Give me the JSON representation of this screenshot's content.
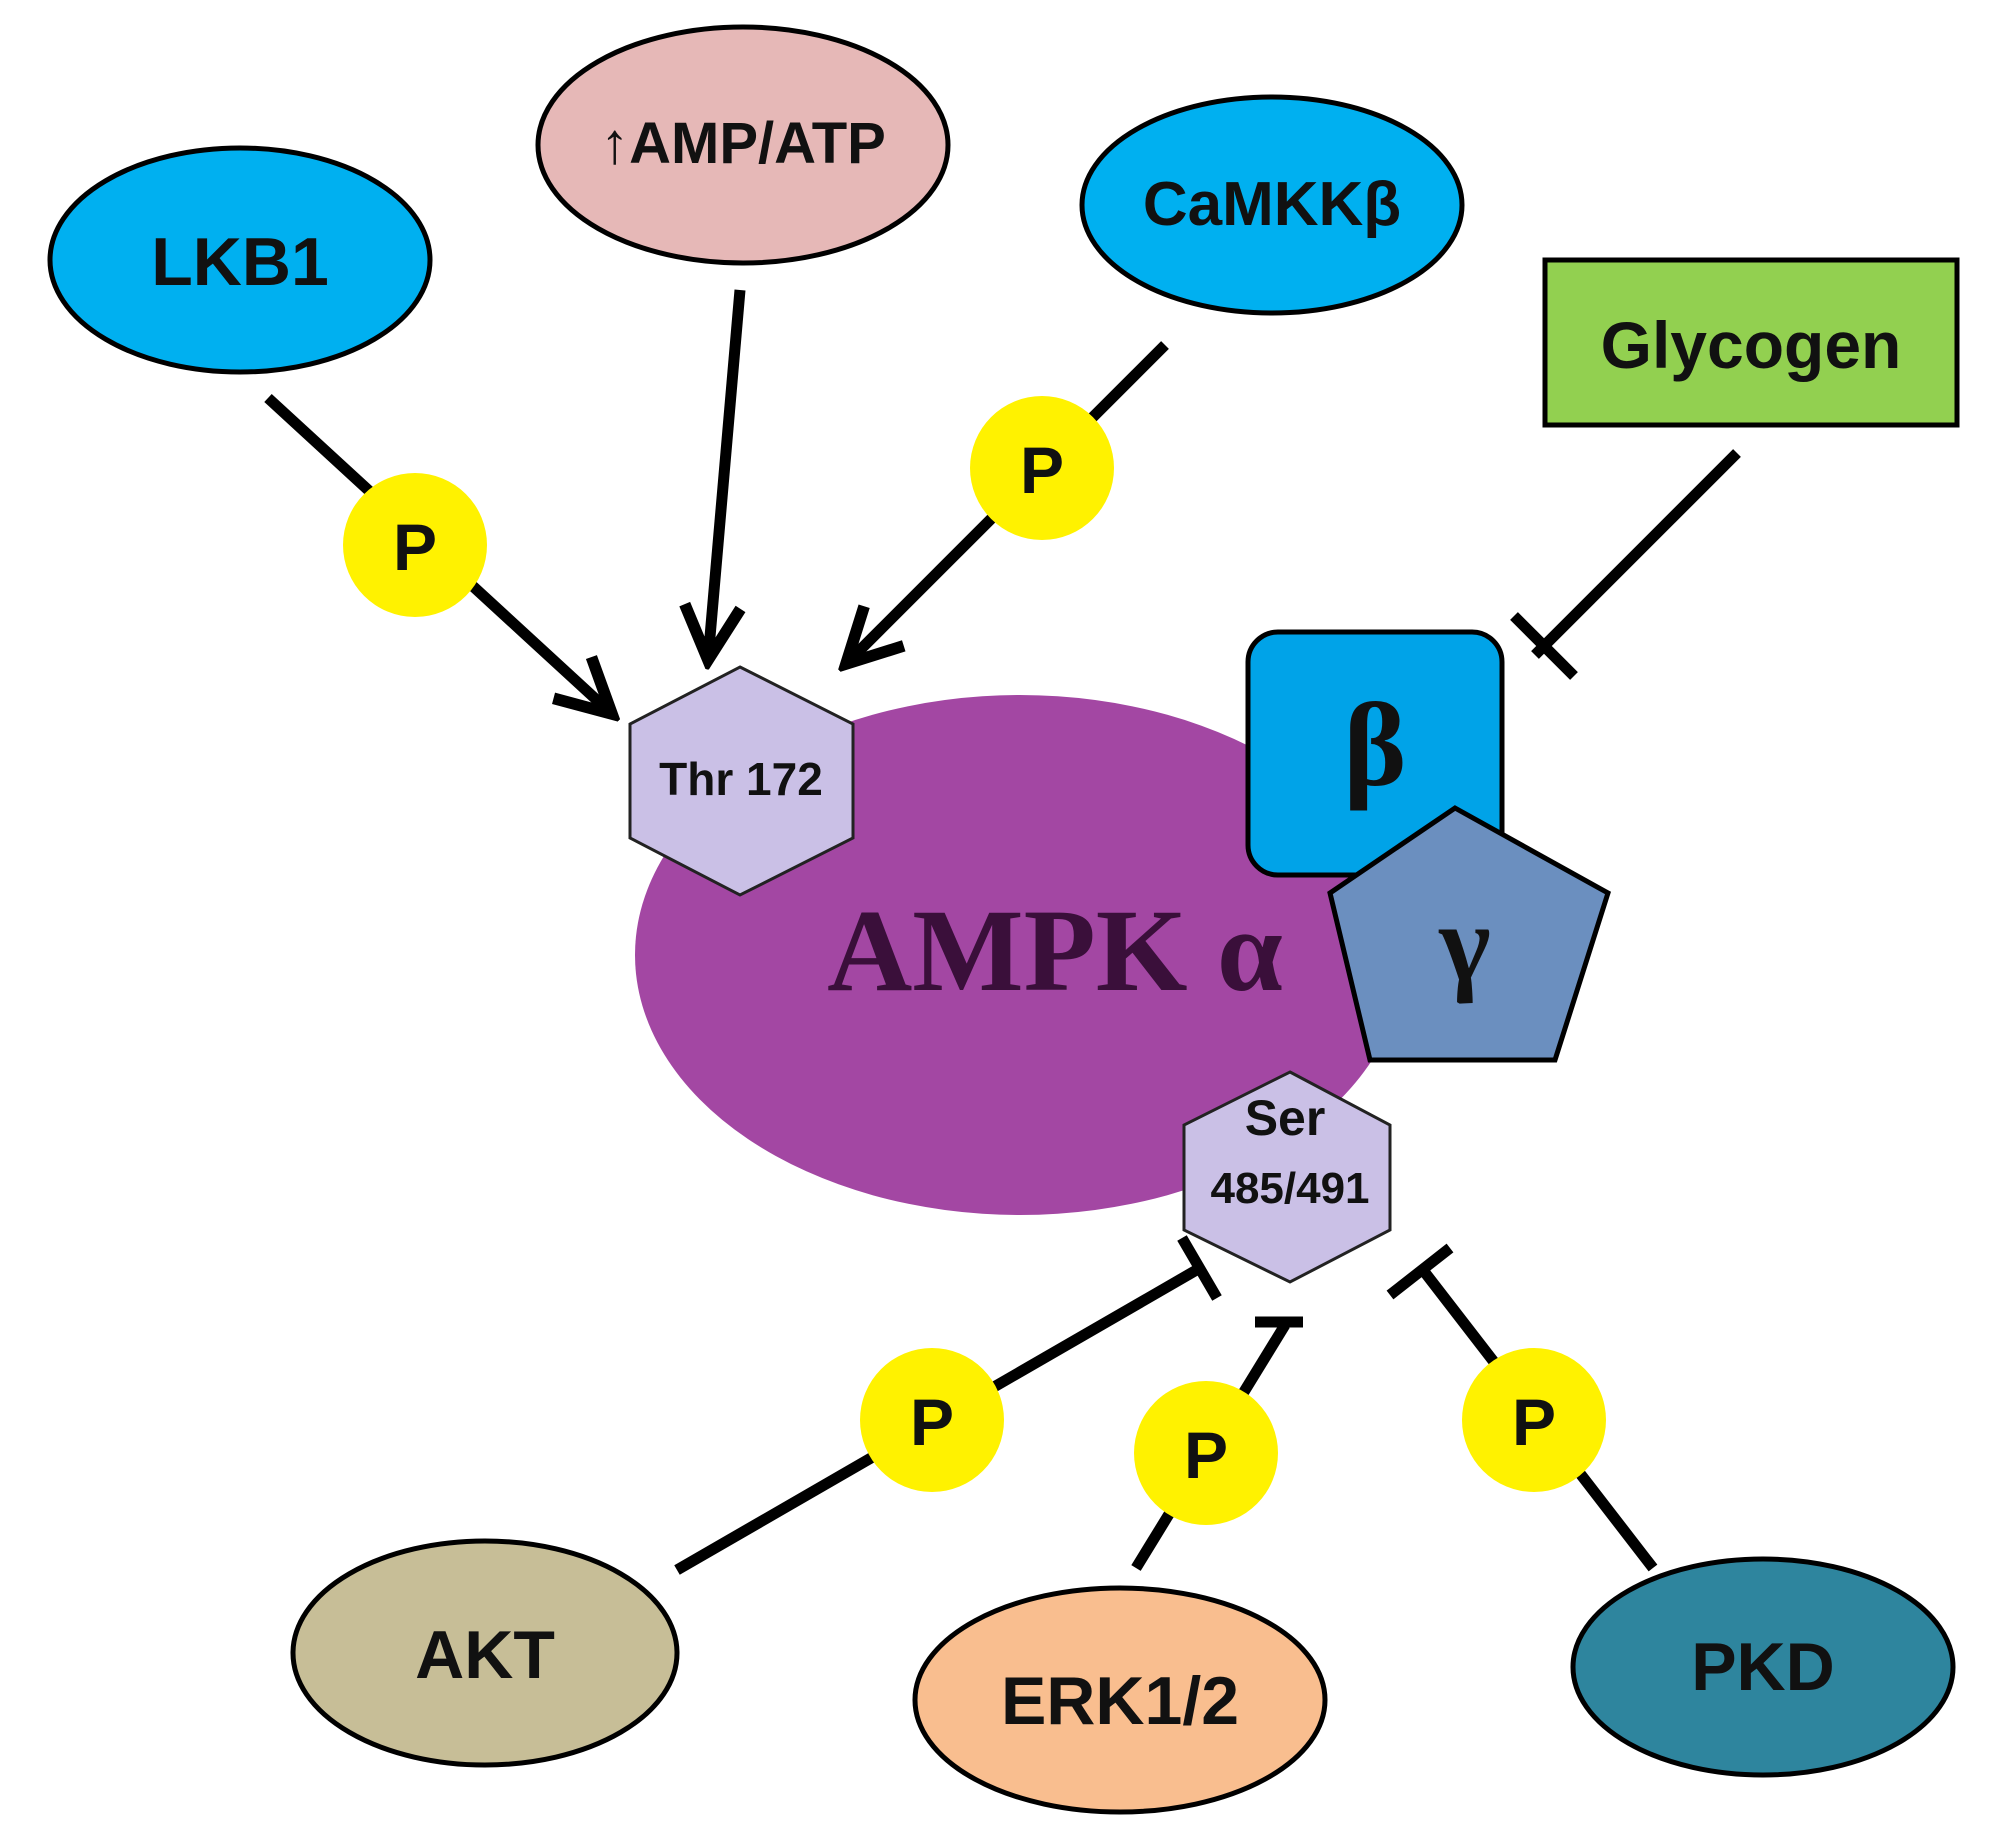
{
  "nodes": {
    "lkb1": {
      "label": "LKB1",
      "color": "#00B0F0"
    },
    "amp_atp": {
      "arrow": "↑",
      "label": "AMP/ATP",
      "color": "#E6B8B7"
    },
    "camkkb": {
      "label": "CaMKKβ",
      "color": "#00B0F0"
    },
    "glycogen": {
      "label": "Glycogen",
      "color": "#92D050"
    },
    "ampk_alpha": {
      "label": "AMPK α",
      "color": "#A347A3"
    },
    "beta": {
      "label": "β",
      "color": "#00A3E8"
    },
    "gamma": {
      "label": "γ",
      "color": "#6B8FBF"
    },
    "thr172": {
      "label": "Thr 172",
      "color": "#CAC0E6"
    },
    "ser485": {
      "label_line1": "Ser",
      "label_line2": "485/491",
      "color": "#CAC0E6"
    },
    "akt": {
      "label": "AKT",
      "color": "#C7BE97"
    },
    "erk": {
      "label": "ERK1/2",
      "color": "#F9BE8F"
    },
    "pkd": {
      "label": "PKD",
      "color": "#2E859E"
    }
  },
  "phospho": {
    "label": "P",
    "color": "#FFF200"
  },
  "edges": [
    {
      "from": "LKB1",
      "to": "Thr 172",
      "type": "activation",
      "phosphorylation": true
    },
    {
      "from": "AMP/ATP",
      "to": "Thr 172",
      "type": "activation",
      "phosphorylation": false
    },
    {
      "from": "CaMKKβ",
      "to": "Thr 172",
      "type": "activation",
      "phosphorylation": true
    },
    {
      "from": "Glycogen",
      "to": "β",
      "type": "inhibition",
      "phosphorylation": false
    },
    {
      "from": "AKT",
      "to": "Ser 485/491",
      "type": "inhibition",
      "phosphorylation": true
    },
    {
      "from": "ERK1/2",
      "to": "Ser 485/491",
      "type": "inhibition",
      "phosphorylation": true
    },
    {
      "from": "PKD",
      "to": "Ser 485/491",
      "type": "inhibition",
      "phosphorylation": true
    }
  ]
}
